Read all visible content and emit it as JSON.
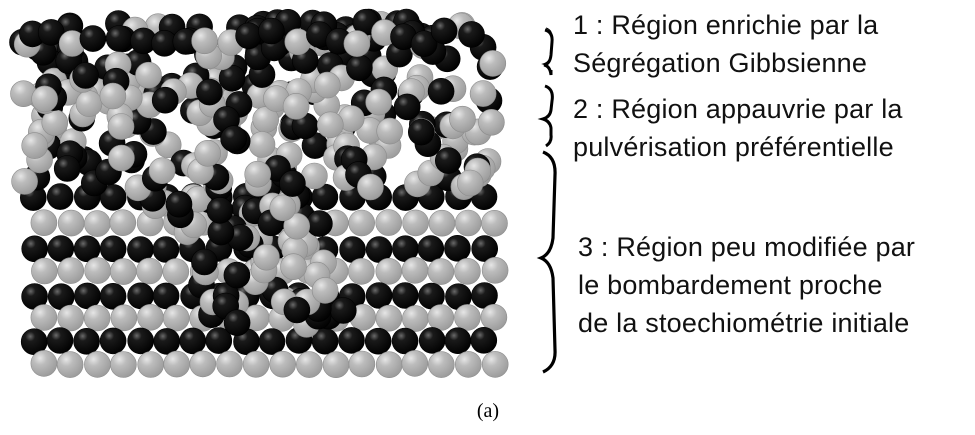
{
  "regions": [
    {
      "number": "1",
      "lines": [
        "1 : Région enrichie par la",
        "Ségrégation Gibbsienne"
      ]
    },
    {
      "number": "2",
      "lines": [
        "2 : Région appauvrie par la",
        "pulvérisation préférentielle"
      ]
    },
    {
      "number": "3",
      "lines": [
        "3 : Région peu modifiée par",
        "le bombardement proche",
        "de la stoechiométrie initiale"
      ]
    }
  ],
  "caption": "(a)",
  "colors": {
    "atom_dark": "#000000",
    "atom_light": "#b4b4b4",
    "text": "#111111",
    "brace": "#000000"
  }
}
